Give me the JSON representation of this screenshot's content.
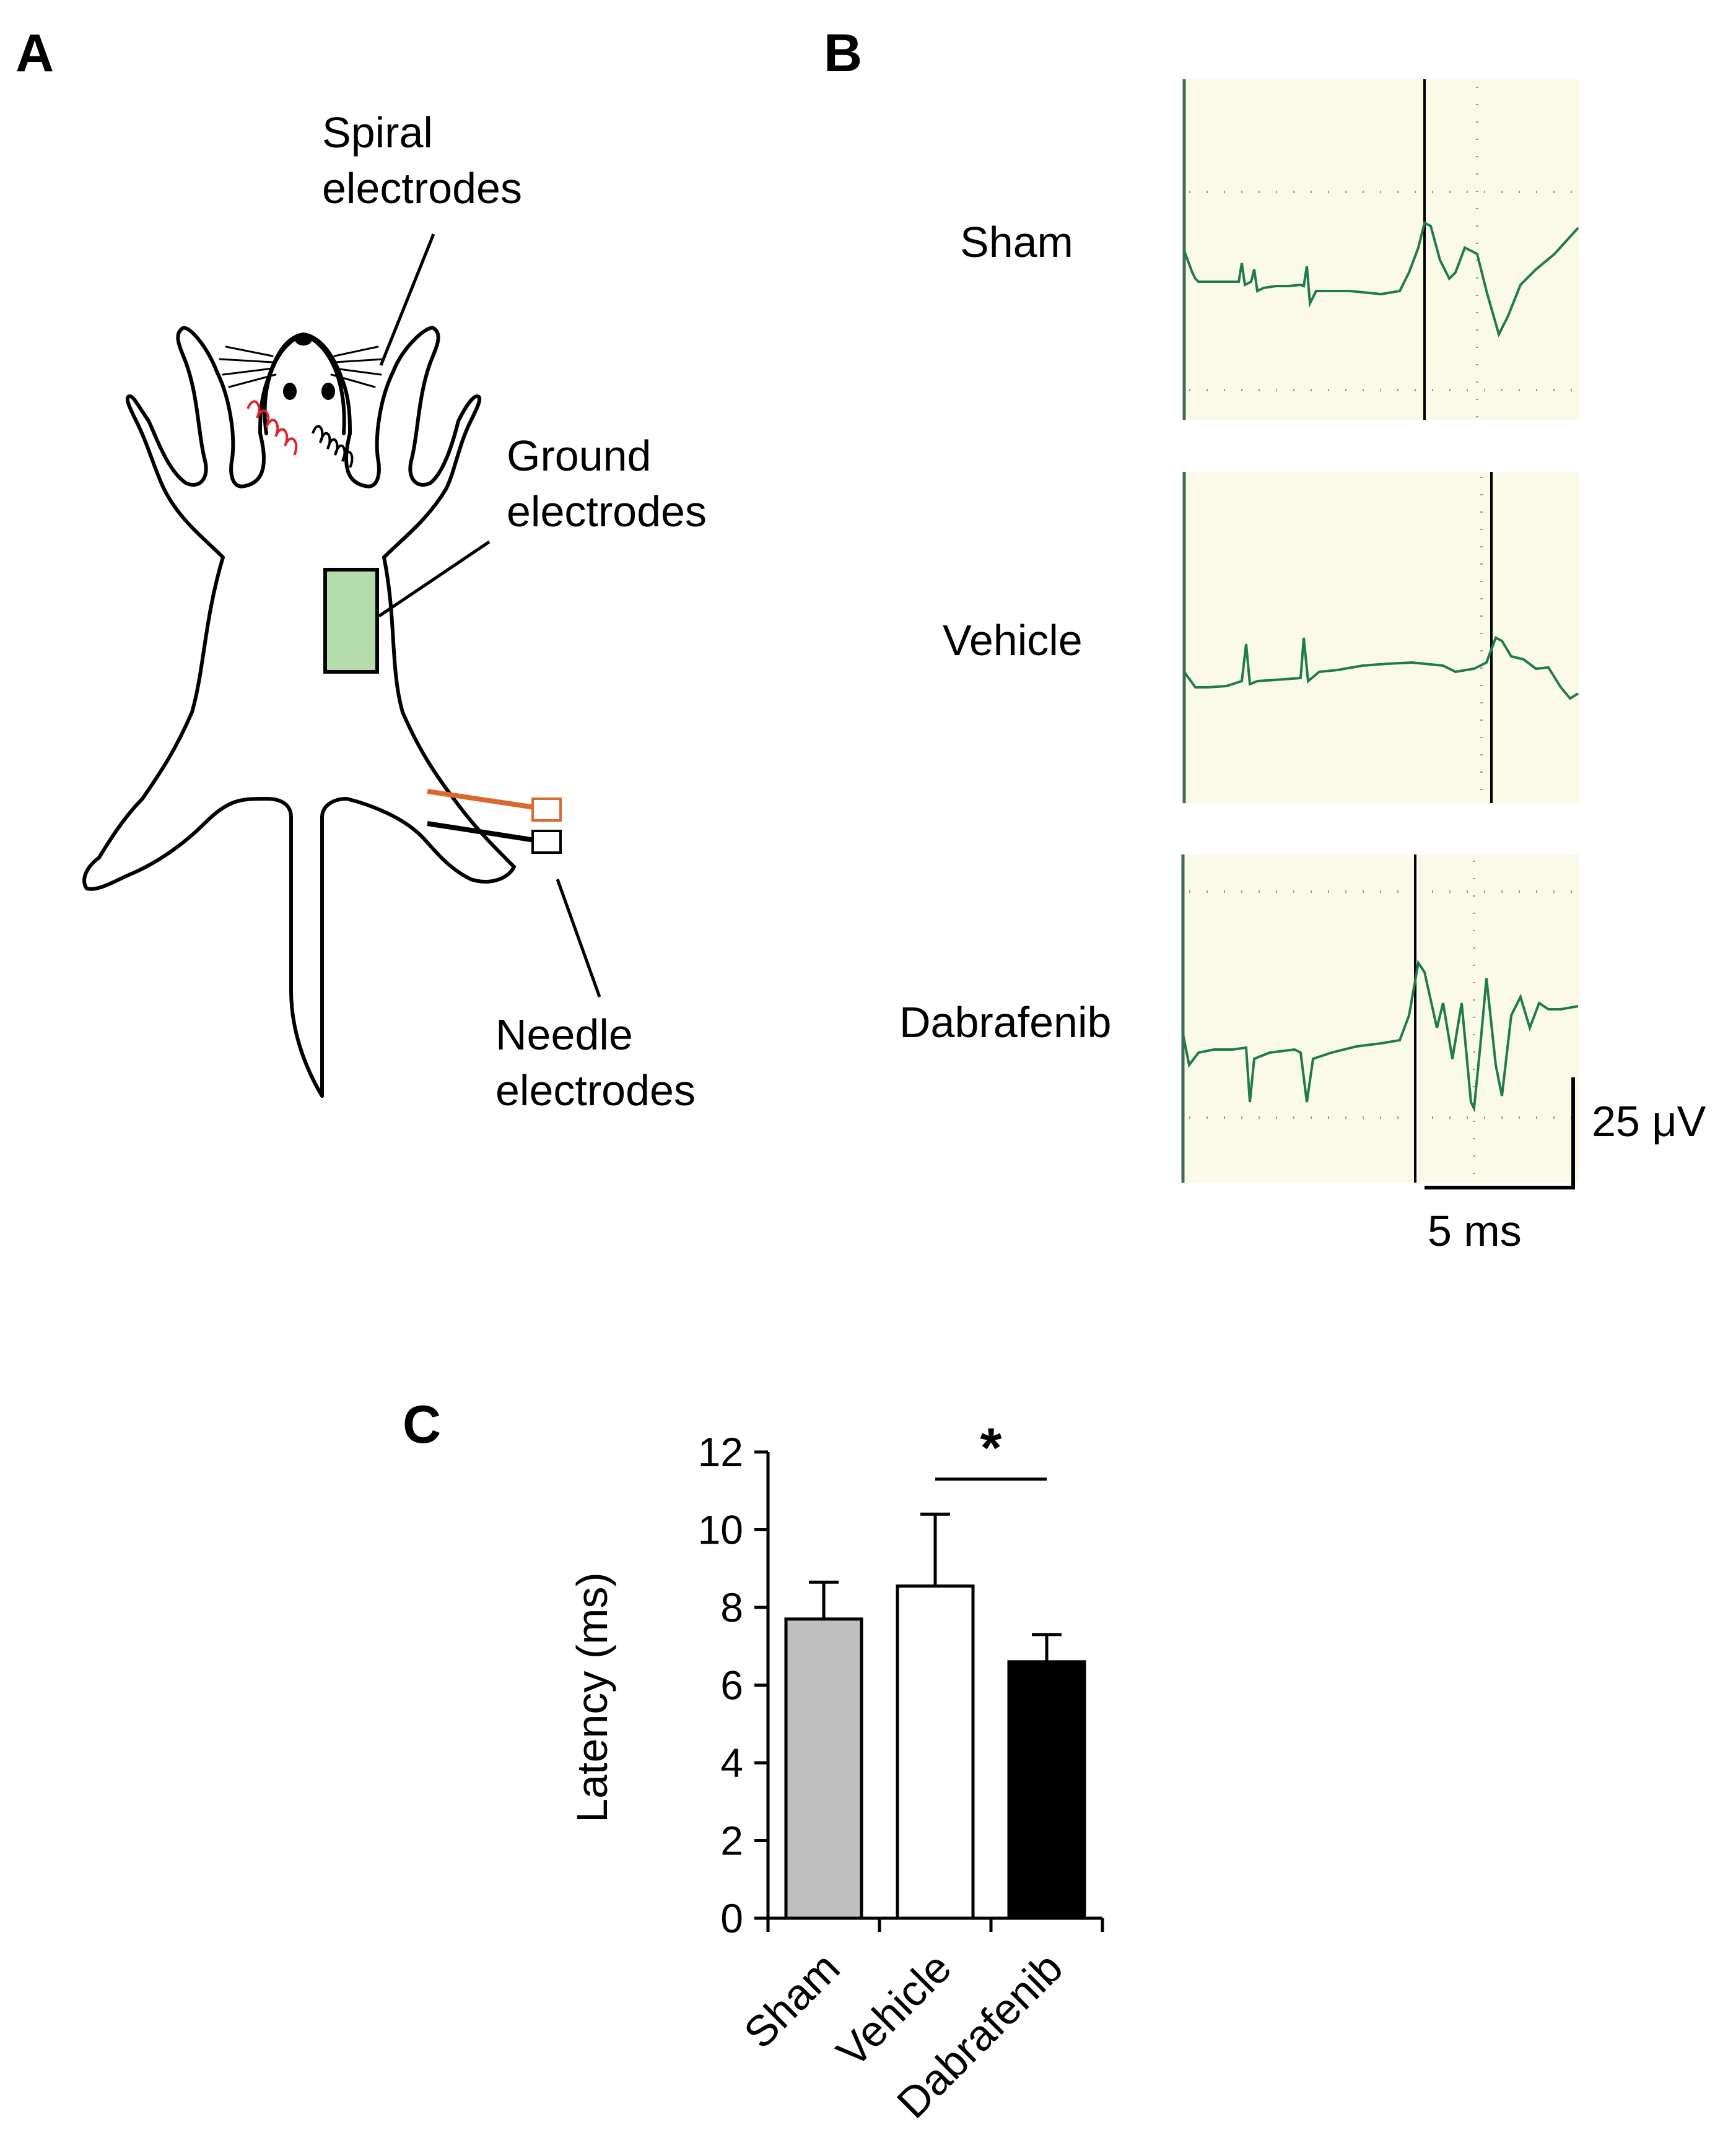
{
  "panels": {
    "a": {
      "letter": "A",
      "labels": {
        "spiral_line1": "Spiral",
        "spiral_line2": "electrodes",
        "ground_line1": "Ground",
        "ground_line2": "electrodes",
        "needle_line1": "Needle",
        "needle_line2": "electrodes"
      },
      "colors": {
        "ground_pad": "#b7dcab",
        "spiral_left": "#e0242b",
        "needle_top": "#d9692e"
      }
    },
    "b": {
      "letter": "B",
      "traces": [
        {
          "label": "Sham"
        },
        {
          "label": "Vehicle"
        },
        {
          "label": "Dabrafenib"
        }
      ],
      "scale_voltage": "25 μV",
      "scale_time": "5 ms",
      "colors": {
        "background": "#fbfae8",
        "trace": "#1f7a4d"
      }
    },
    "c": {
      "letter": "C"
    }
  },
  "chart_data": {
    "type": "bar",
    "categories": [
      "Sham",
      "Vehicle",
      "Dabrafenib"
    ],
    "values": [
      7.7,
      8.55,
      6.6
    ],
    "errors": [
      0.95,
      1.85,
      0.7
    ],
    "bar_colors": [
      "#c0c0c0",
      "#ffffff",
      "#000000"
    ],
    "ylabel": "Latency (ms)",
    "xlabel": "",
    "ylim": [
      0,
      12
    ],
    "yticks": [
      0,
      2,
      4,
      6,
      8,
      10,
      12
    ],
    "grid": false,
    "significance": {
      "between": [
        "Vehicle",
        "Dabrafenib"
      ],
      "label": "*"
    }
  }
}
